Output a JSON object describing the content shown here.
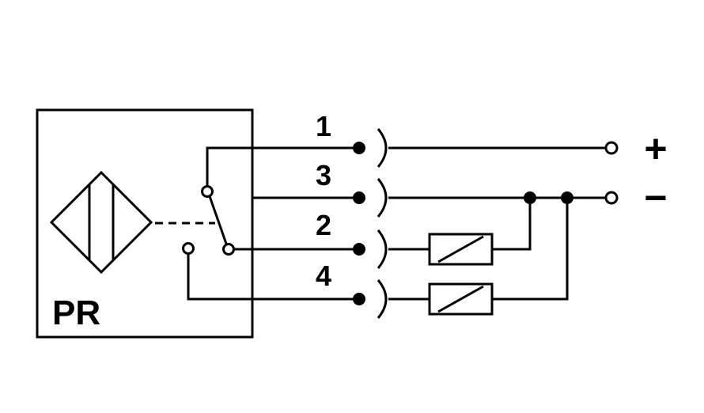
{
  "diagram": {
    "sensor_label": "PR",
    "pin_labels": [
      "1",
      "3",
      "2",
      "4"
    ],
    "supply_plus": "+",
    "supply_minus": "−",
    "sensor_symbol": "inductive-proximity-sensor-icon",
    "load_symbol": "load-resistor-icon"
  }
}
